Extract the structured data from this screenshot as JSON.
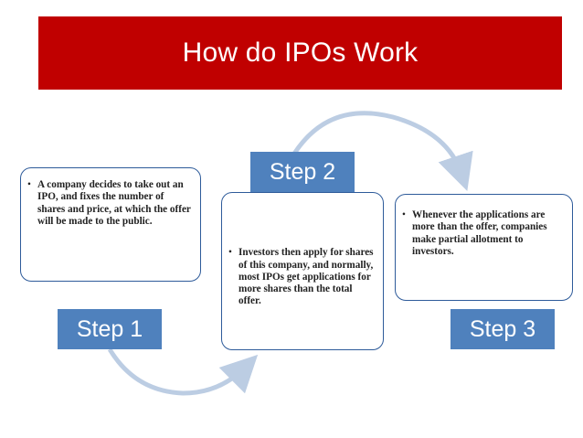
{
  "title": "How do IPOs Work",
  "colors": {
    "title_bar": "#c00000",
    "step_label": "#4f81bd",
    "box_border": "#2e5b9a",
    "arrow": "#bccde3"
  },
  "steps": [
    {
      "label": "Step 1",
      "text": "A company decides to take out an IPO, and fixes the number of shares and price, at which the offer will be made to the public."
    },
    {
      "label": "Step 2",
      "text": "Investors then apply for shares of this company, and normally, most IPOs get applications for more shares than the total offer."
    },
    {
      "label": "Step 3",
      "text": "Whenever the applications are more than the offer, companies make partial allotment to investors."
    }
  ]
}
